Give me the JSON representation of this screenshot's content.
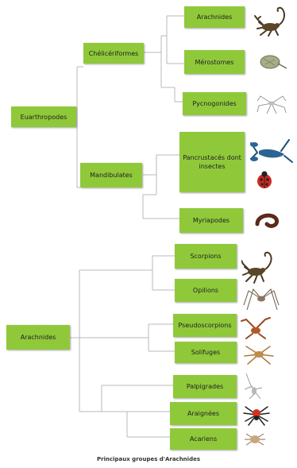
{
  "tree_top": {
    "root": "Euarthropodes",
    "branches": [
      "Chélicériformes",
      "Mandibulates"
    ],
    "leaves": [
      "Arachnides",
      "Mérostomes",
      "Pycnogonides",
      "Pancrustacés dont insectes",
      "Myriapodes"
    ]
  },
  "tree_bottom": {
    "root": "Arachnides",
    "leaves": [
      "Scorpions",
      "Opilions",
      "Pseudoscorpions",
      "Solifuges",
      "Palpigrades",
      "Araignées",
      "Acariens"
    ]
  },
  "caption": "Principaux groupes d'Arachnides",
  "icons": [
    "scorpion-icon",
    "horseshoe-crab-icon",
    "sea-spider-icon",
    "lobster-icon",
    "ladybug-icon",
    "millipede-icon",
    "scorpion-icon",
    "harvestman-icon",
    "pseudoscorpion-icon",
    "solifuge-icon",
    "palpigrade-icon",
    "spider-icon",
    "mite-icon"
  ],
  "colors": {
    "node": "#8fc93a",
    "line": "#b9b9b9"
  }
}
